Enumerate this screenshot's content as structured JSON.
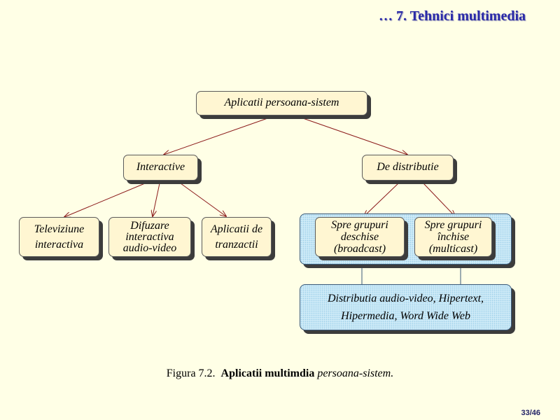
{
  "header": {
    "title": "… 7. Tehnici multimedia"
  },
  "diagram": {
    "root": "Aplicatii persoana-sistem",
    "interactive": "Interactive",
    "distribution": "De distributie",
    "tv": [
      "Televiziune",
      "interactiva"
    ],
    "diffusion": [
      "Difuzare",
      "interactiva",
      "audio-video"
    ],
    "transactions": [
      "Aplicatii de",
      "tranzactii"
    ],
    "open_groups": [
      "Spre grupuri",
      "deschise",
      "(broadcast)"
    ],
    "closed_groups": [
      "Spre grupuri",
      "închise",
      "(multicast)"
    ],
    "services": [
      "Distributia audio-video, Hipertext,",
      "Hipermedia, Word Wide Web"
    ]
  },
  "caption": {
    "prefix": "Figura 7.2.",
    "bold": "Aplicatii multimdia",
    "italic": "persoana-sistem."
  },
  "page": {
    "number": "33/46"
  }
}
